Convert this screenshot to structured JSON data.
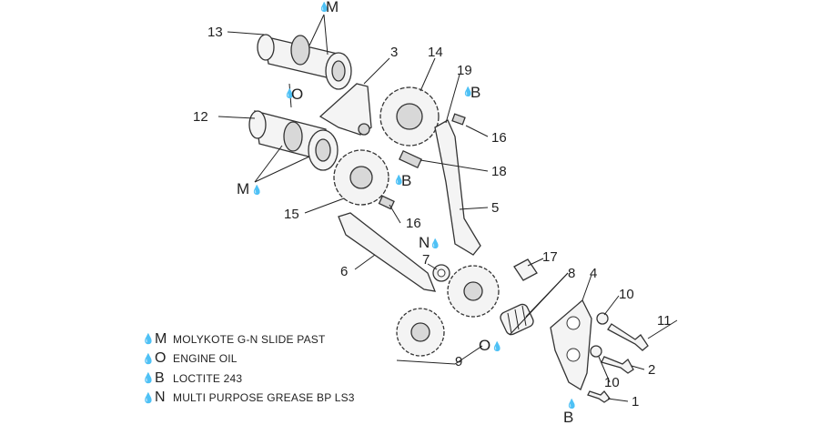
{
  "callouts": [
    {
      "id": "c13",
      "text": "13"
    },
    {
      "id": "c12",
      "text": "12"
    },
    {
      "id": "c3",
      "text": "3"
    },
    {
      "id": "c14",
      "text": "14"
    },
    {
      "id": "c19",
      "text": "19"
    },
    {
      "id": "c16a",
      "text": "16"
    },
    {
      "id": "c18",
      "text": "18"
    },
    {
      "id": "c5",
      "text": "5"
    },
    {
      "id": "c15",
      "text": "15"
    },
    {
      "id": "c16b",
      "text": "16"
    },
    {
      "id": "c6",
      "text": "6"
    },
    {
      "id": "c7",
      "text": "7"
    },
    {
      "id": "c17",
      "text": "17"
    },
    {
      "id": "c8",
      "text": "8"
    },
    {
      "id": "c4",
      "text": "4"
    },
    {
      "id": "c10a",
      "text": "10"
    },
    {
      "id": "c11",
      "text": "11"
    },
    {
      "id": "c2",
      "text": "2"
    },
    {
      "id": "c10b",
      "text": "10"
    },
    {
      "id": "c1",
      "text": "1"
    },
    {
      "id": "c9",
      "text": "9"
    }
  ],
  "lube_marks": [
    {
      "id": "m_top",
      "text": "M"
    },
    {
      "id": "o_top",
      "text": "O"
    },
    {
      "id": "m_left",
      "text": "M"
    },
    {
      "id": "b_mid",
      "text": "B"
    },
    {
      "id": "b_top",
      "text": "B"
    },
    {
      "id": "n_mid",
      "text": "N"
    },
    {
      "id": "o_bottom",
      "text": "O"
    },
    {
      "id": "b_bottom",
      "text": "B"
    }
  ],
  "legend": [
    {
      "code": "M",
      "desc": "MOLYKOTE G-N SLIDE PAST"
    },
    {
      "code": "O",
      "desc": "ENGINE OIL"
    },
    {
      "code": "B",
      "desc": "LOCTITE 243"
    },
    {
      "code": "N",
      "desc": "MULTI PURPOSE GREASE BP LS3"
    }
  ],
  "icons": {
    "drop": "oil-drop-icon"
  }
}
